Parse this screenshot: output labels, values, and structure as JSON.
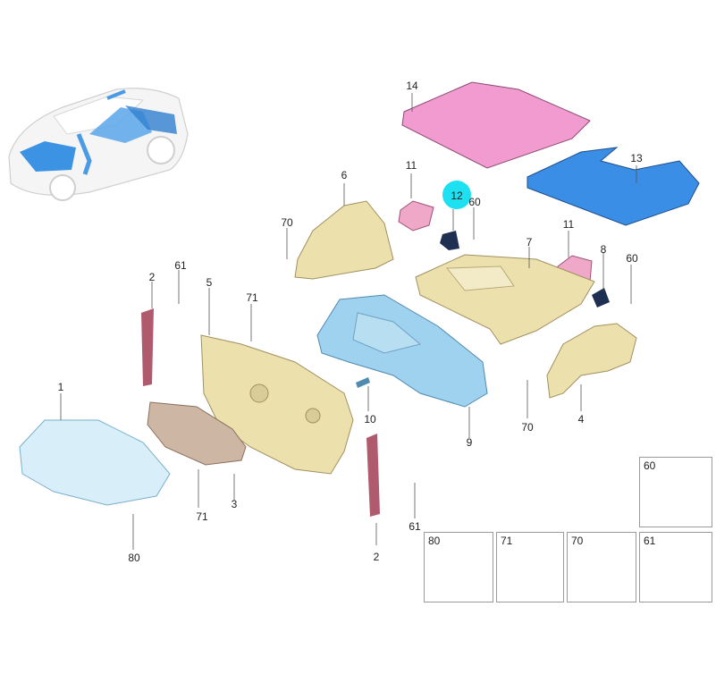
{
  "colors": {
    "accent_highlight": "#1de0f0",
    "insulation_yellow": "#ece1ad",
    "trunk_floor_pink": "#f29bd0",
    "rear_floor_blue": "#3b8ee6",
    "carpet_blue": "#9fd2ee",
    "seal_red": "#b05a6e",
    "box_pink": "#f0a8c8",
    "bracket_navy": "#1f2f52",
    "tan_part": "#cdb6a4",
    "fastener_grey": "#c8c8c8"
  },
  "icons": [
    "vehicle-overview-icon",
    "push-pin-clip-icon",
    "u-nut-icon",
    "cage-nut-icon",
    "plastic-rivet-icon"
  ],
  "callouts": {
    "c1": "1",
    "c2a": "2",
    "c2b": "2",
    "c3": "3",
    "c4": "4",
    "c5": "5",
    "c6": "6",
    "c7": "7",
    "c8": "8",
    "c9": "9",
    "c10": "10",
    "c11a": "11",
    "c11b": "11",
    "c12": "12",
    "c13": "13",
    "c14": "14",
    "c60a": "60",
    "c60b": "60",
    "c61a": "61",
    "c61b": "61",
    "c70a": "70",
    "c70b": "70",
    "c71a": "71",
    "c71b": "71",
    "c80": "80"
  },
  "fastener_boxes": {
    "b60": "60",
    "b61": "61",
    "b70": "70",
    "b71": "71",
    "b80": "80"
  }
}
